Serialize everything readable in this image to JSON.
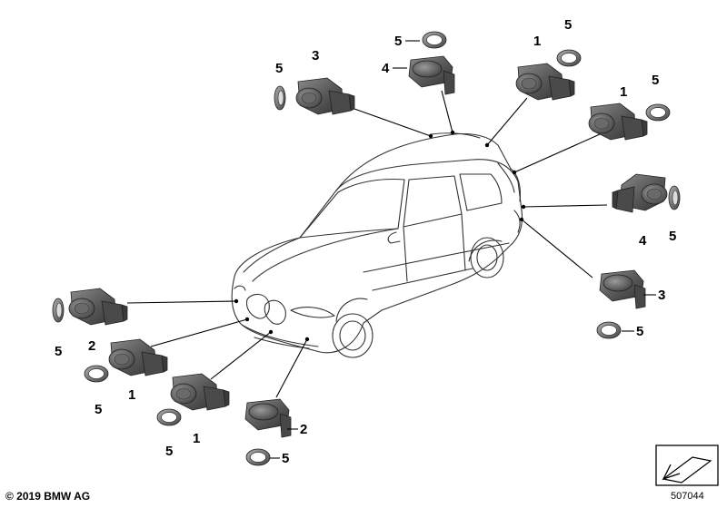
{
  "parts": {
    "sensor_1": "1",
    "sensor_2": "2",
    "sensor_3": "3",
    "sensor_4": "4",
    "ring_5": "5"
  },
  "footer": {
    "copyright": "© 2019 BMW AG",
    "diagram_number": "507044"
  },
  "colors": {
    "sensor_body": "#5a5a5a",
    "sensor_dark": "#3c3c3c",
    "sensor_highlight": "#8a8a8a",
    "ring": "#6e6e6e"
  }
}
